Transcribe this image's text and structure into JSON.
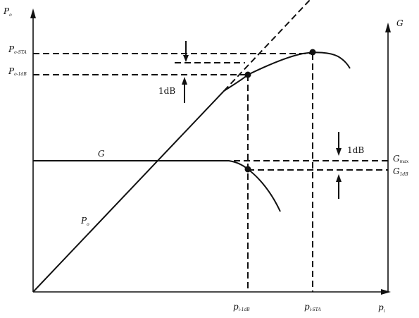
{
  "axes": {
    "y_left": {
      "main": "P",
      "sub": "o"
    },
    "y_right": {
      "main": "G"
    },
    "x": {
      "main": "p",
      "sub": "i"
    }
  },
  "y_ticks": {
    "po_sta": {
      "main": "P",
      "sub": "o-STA"
    },
    "po_1db": {
      "main": "P",
      "sub": "o-1dB"
    }
  },
  "x_ticks": {
    "pi_1db": {
      "main": "p",
      "sub": "i-1dB"
    },
    "pi_sta": {
      "main": "p",
      "sub": "i-STA"
    }
  },
  "right_ticks": {
    "gmax": {
      "main": "G",
      "sub": "max"
    },
    "g1db": {
      "main": "G",
      "sub": "1dB"
    }
  },
  "curve_labels": {
    "gain": "G",
    "po": {
      "main": "P",
      "sub": "o"
    }
  },
  "annotations": {
    "delta_upper": "1dB",
    "delta_lower": "1dB"
  }
}
